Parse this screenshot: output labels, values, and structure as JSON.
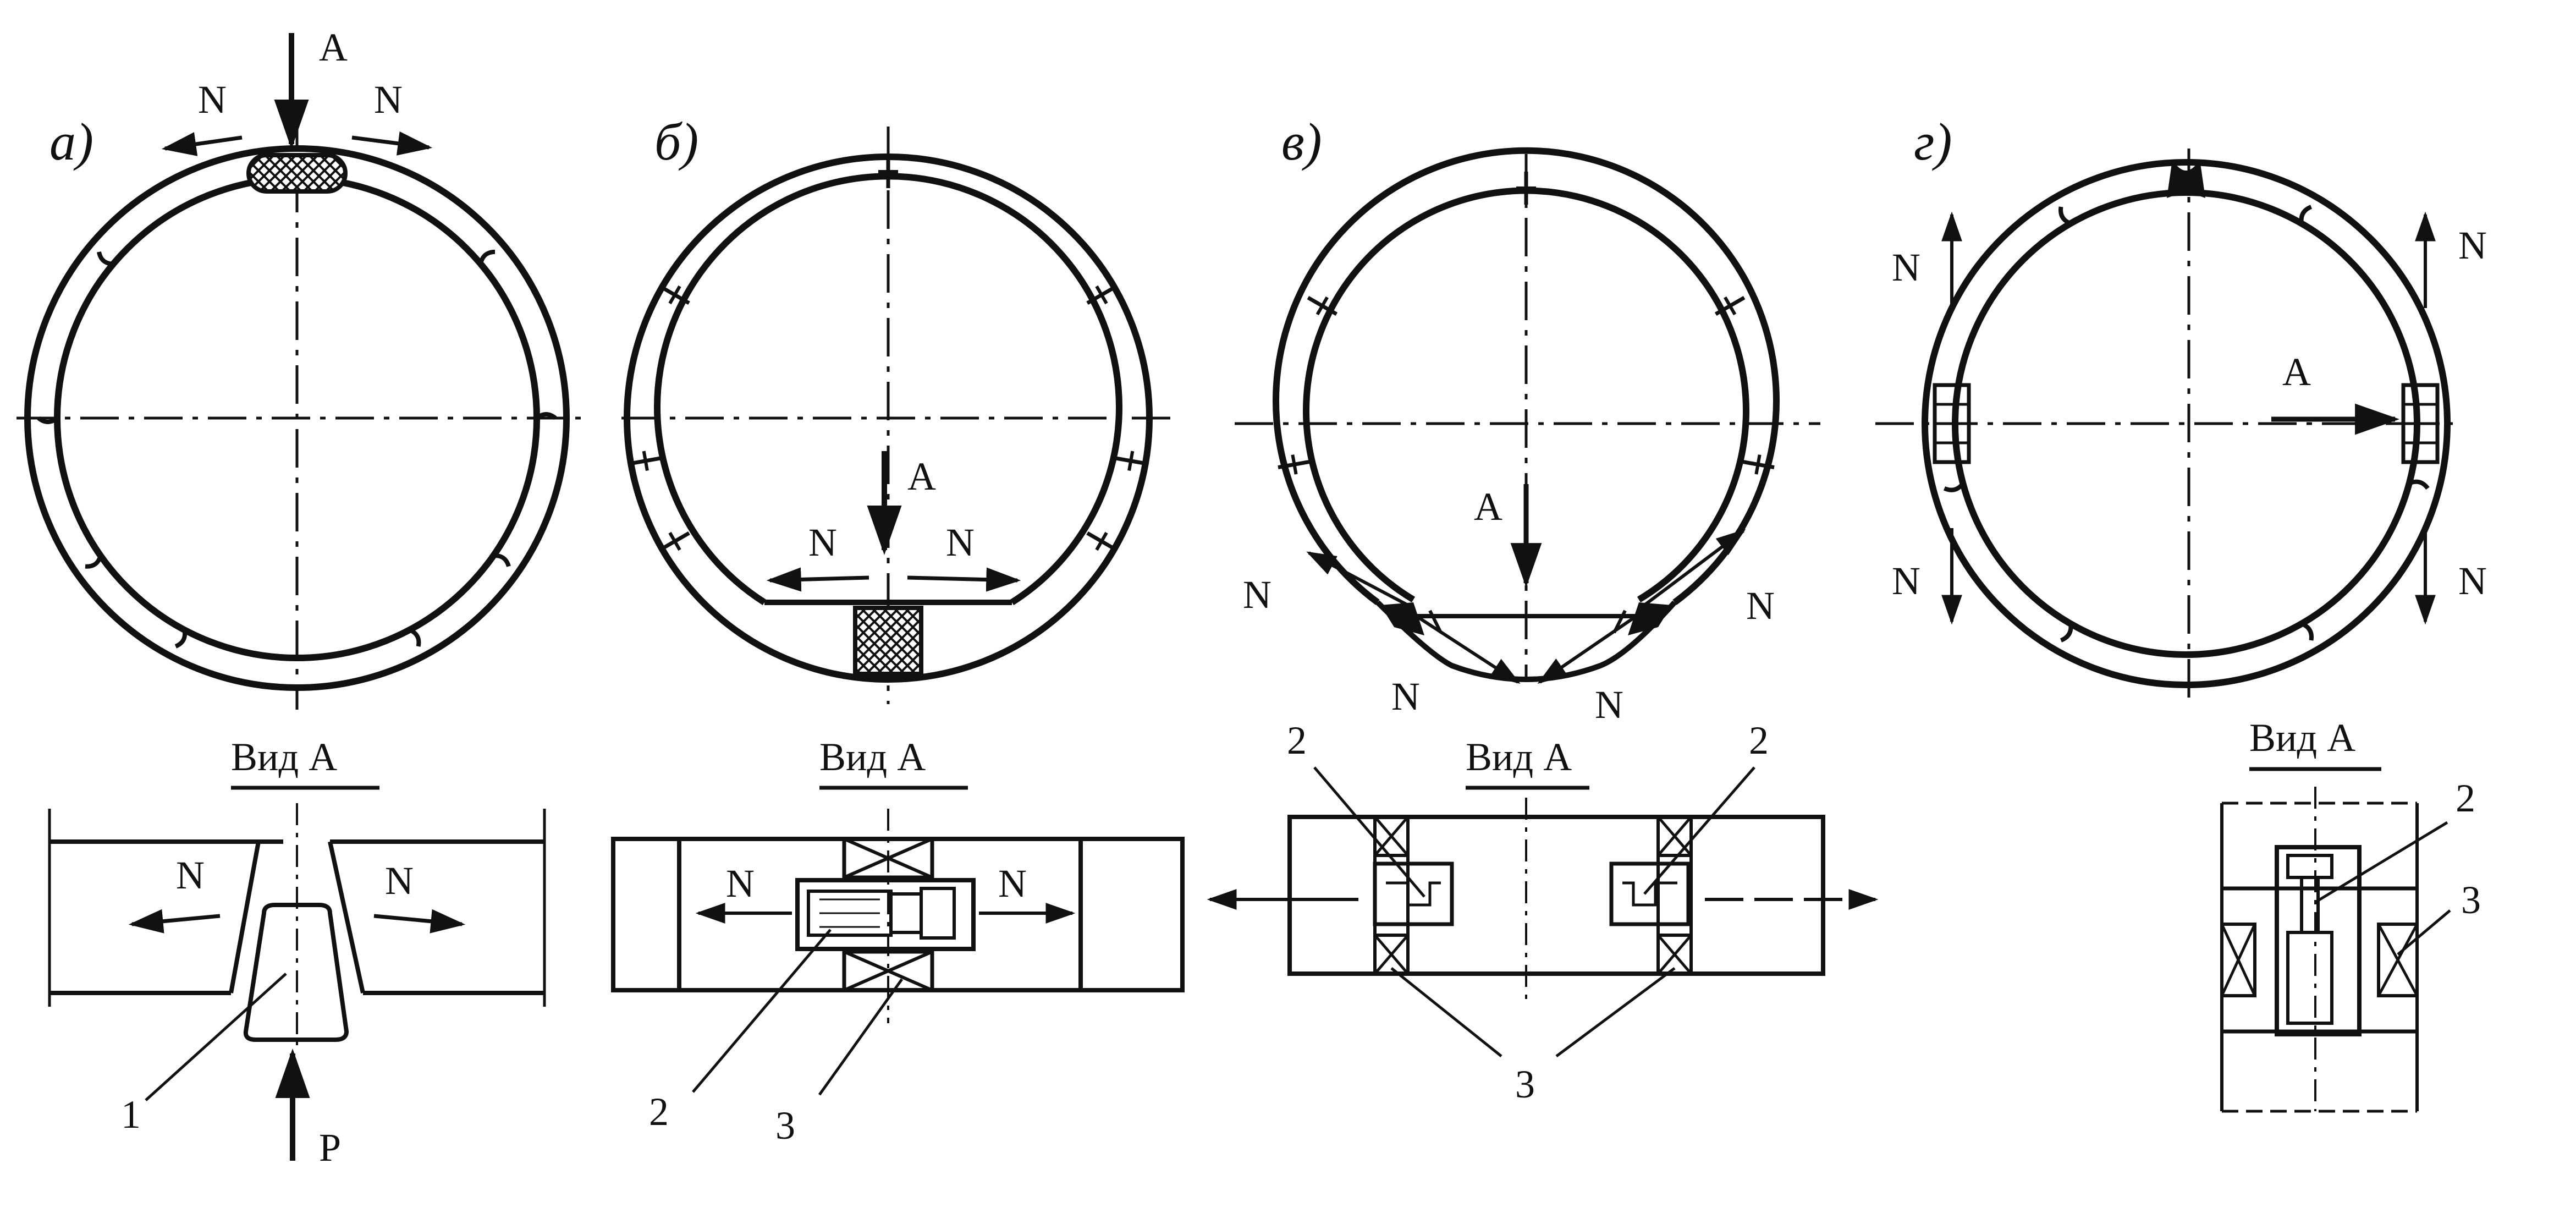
{
  "panel_labels": {
    "a": "а)",
    "b": "б)",
    "v": "в)",
    "g": "г)"
  },
  "labels": {
    "view_a": "Вид А",
    "A": "А",
    "N": "N",
    "P": "P",
    "one": "1",
    "two": "2",
    "three": "3"
  },
  "colors": {
    "ink": "#111111",
    "paper": "#ffffff"
  }
}
